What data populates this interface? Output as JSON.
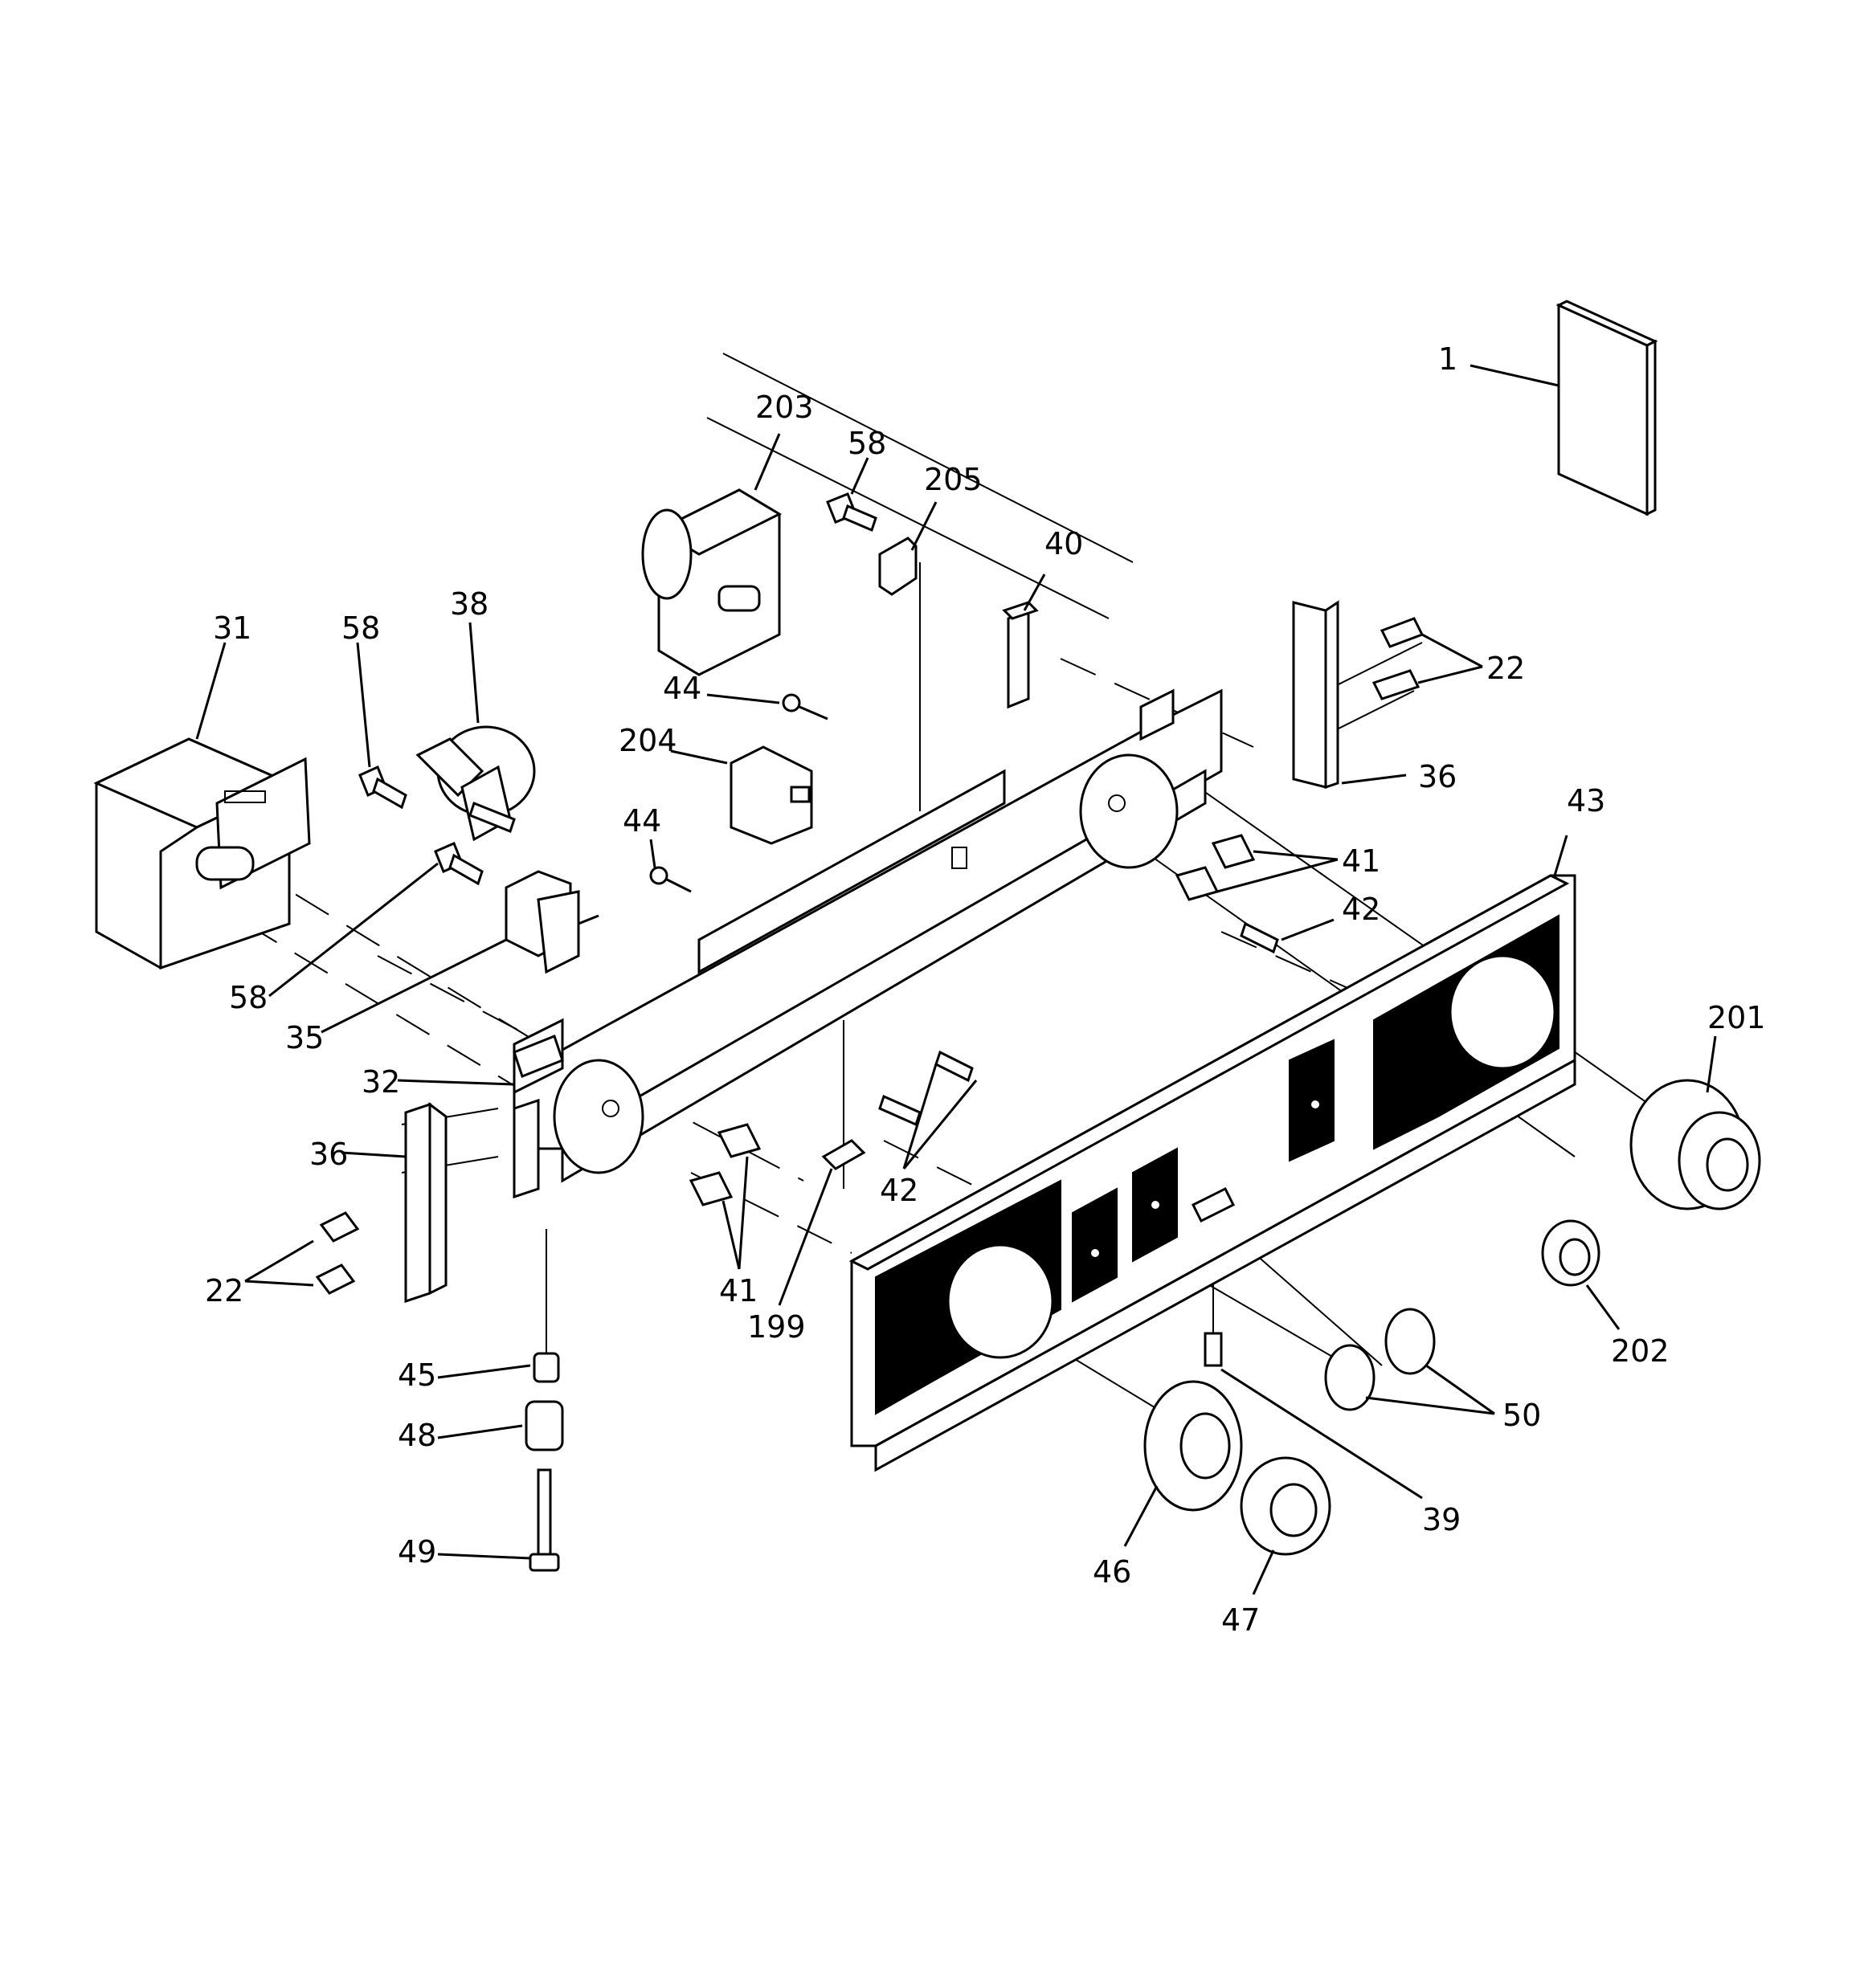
{
  "diagram": {
    "callouts": {
      "p1": "1",
      "p203": "203",
      "p58a": "58",
      "p205": "205",
      "p40": "40",
      "p31": "31",
      "p58b": "58",
      "p38": "38",
      "p44a": "44",
      "p22a": "22",
      "p204": "204",
      "p36a": "36",
      "p43": "43",
      "p44b": "44",
      "p41a": "41",
      "p42a": "42",
      "p58c": "58",
      "p35": "35",
      "p201": "201",
      "p32": "32",
      "p36b": "36",
      "p42b": "42",
      "p22b": "22",
      "p41b": "41",
      "p199": "199",
      "p202": "202",
      "p45": "45",
      "p50": "50",
      "p48": "48",
      "p39": "39",
      "p49": "49",
      "p46": "46",
      "p47": "47"
    }
  }
}
